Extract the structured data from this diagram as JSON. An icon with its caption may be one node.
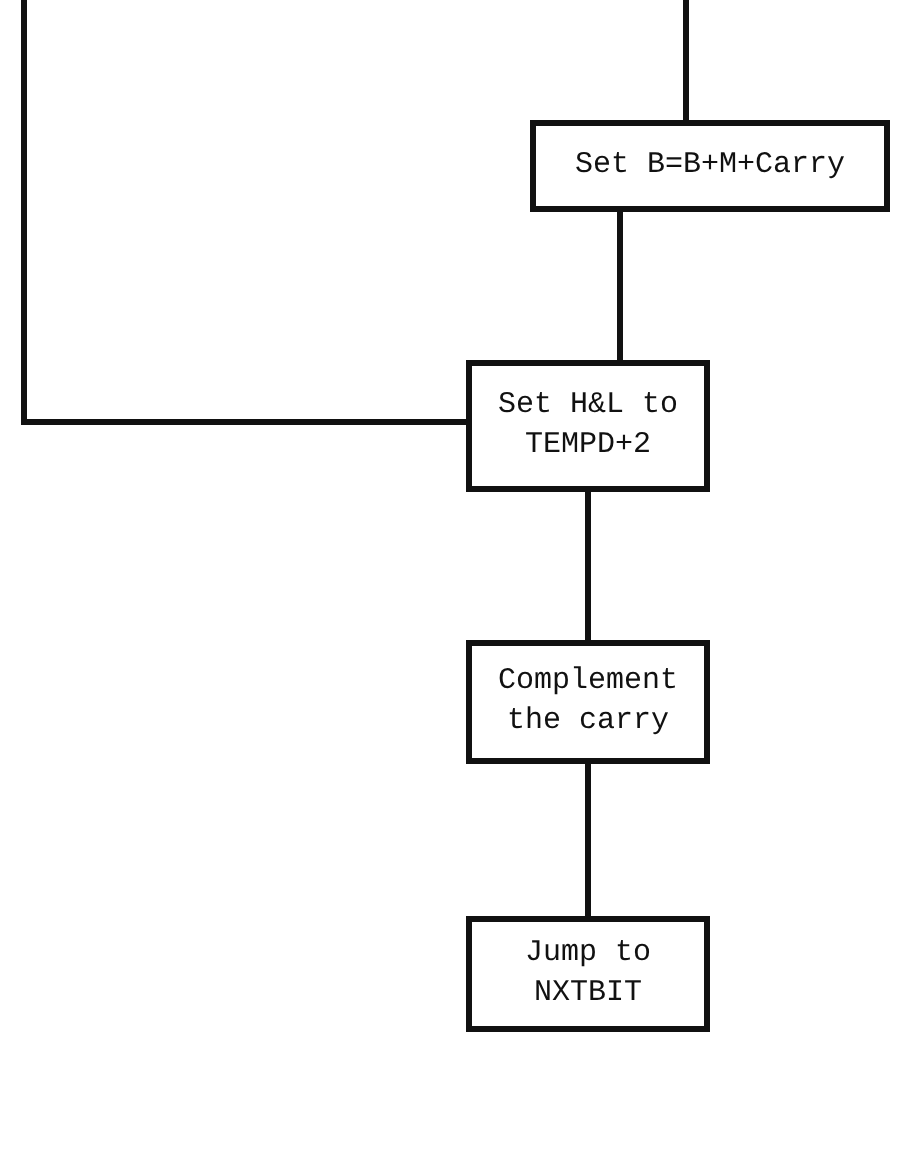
{
  "diagram": {
    "nodes": [
      {
        "text": [
          "Set B=B+M+Carry"
        ]
      },
      {
        "text": [
          "Set H&L to TEMPD+2"
        ]
      },
      {
        "text": [
          "Complement the carry"
        ]
      },
      {
        "text": [
          "Jump to NXTBIT"
        ]
      }
    ],
    "edges": [
      {
        "from": null,
        "to": 0,
        "arrow": "none"
      },
      {
        "from": 0,
        "to": 1,
        "arrow": "none"
      },
      {
        "from": null,
        "to": 1,
        "arrow": "none"
      },
      {
        "from": 1,
        "to": 2,
        "arrow": "none"
      },
      {
        "from": 2,
        "to": 3,
        "arrow": "none"
      }
    ]
  }
}
